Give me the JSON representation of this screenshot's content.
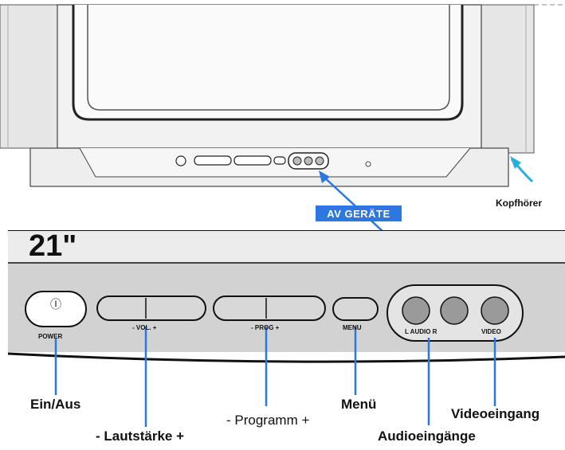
{
  "top_label": {
    "headphones": "Kopfhörer",
    "av_devices": "AV GERÄTE"
  },
  "panel": {
    "screen_size": "21\"",
    "power_symbol": "Ⓘ",
    "power": "POWER",
    "volume": "- VOL. +",
    "program": "- PROG +",
    "menu": "MENU",
    "audio": "L  AUDIO  R",
    "video": "VIDEO"
  },
  "callouts": {
    "on_off": "Ein/Aus",
    "volume": "- Lautstärke +",
    "program": "- Programm +",
    "menu": "Menü",
    "video_input": "Videoeingang",
    "audio_inputs": "Audioeingänge"
  },
  "colors": {
    "accent": "#2a78e0",
    "panel_gray": "#cfcfcf",
    "line": "#111111"
  }
}
